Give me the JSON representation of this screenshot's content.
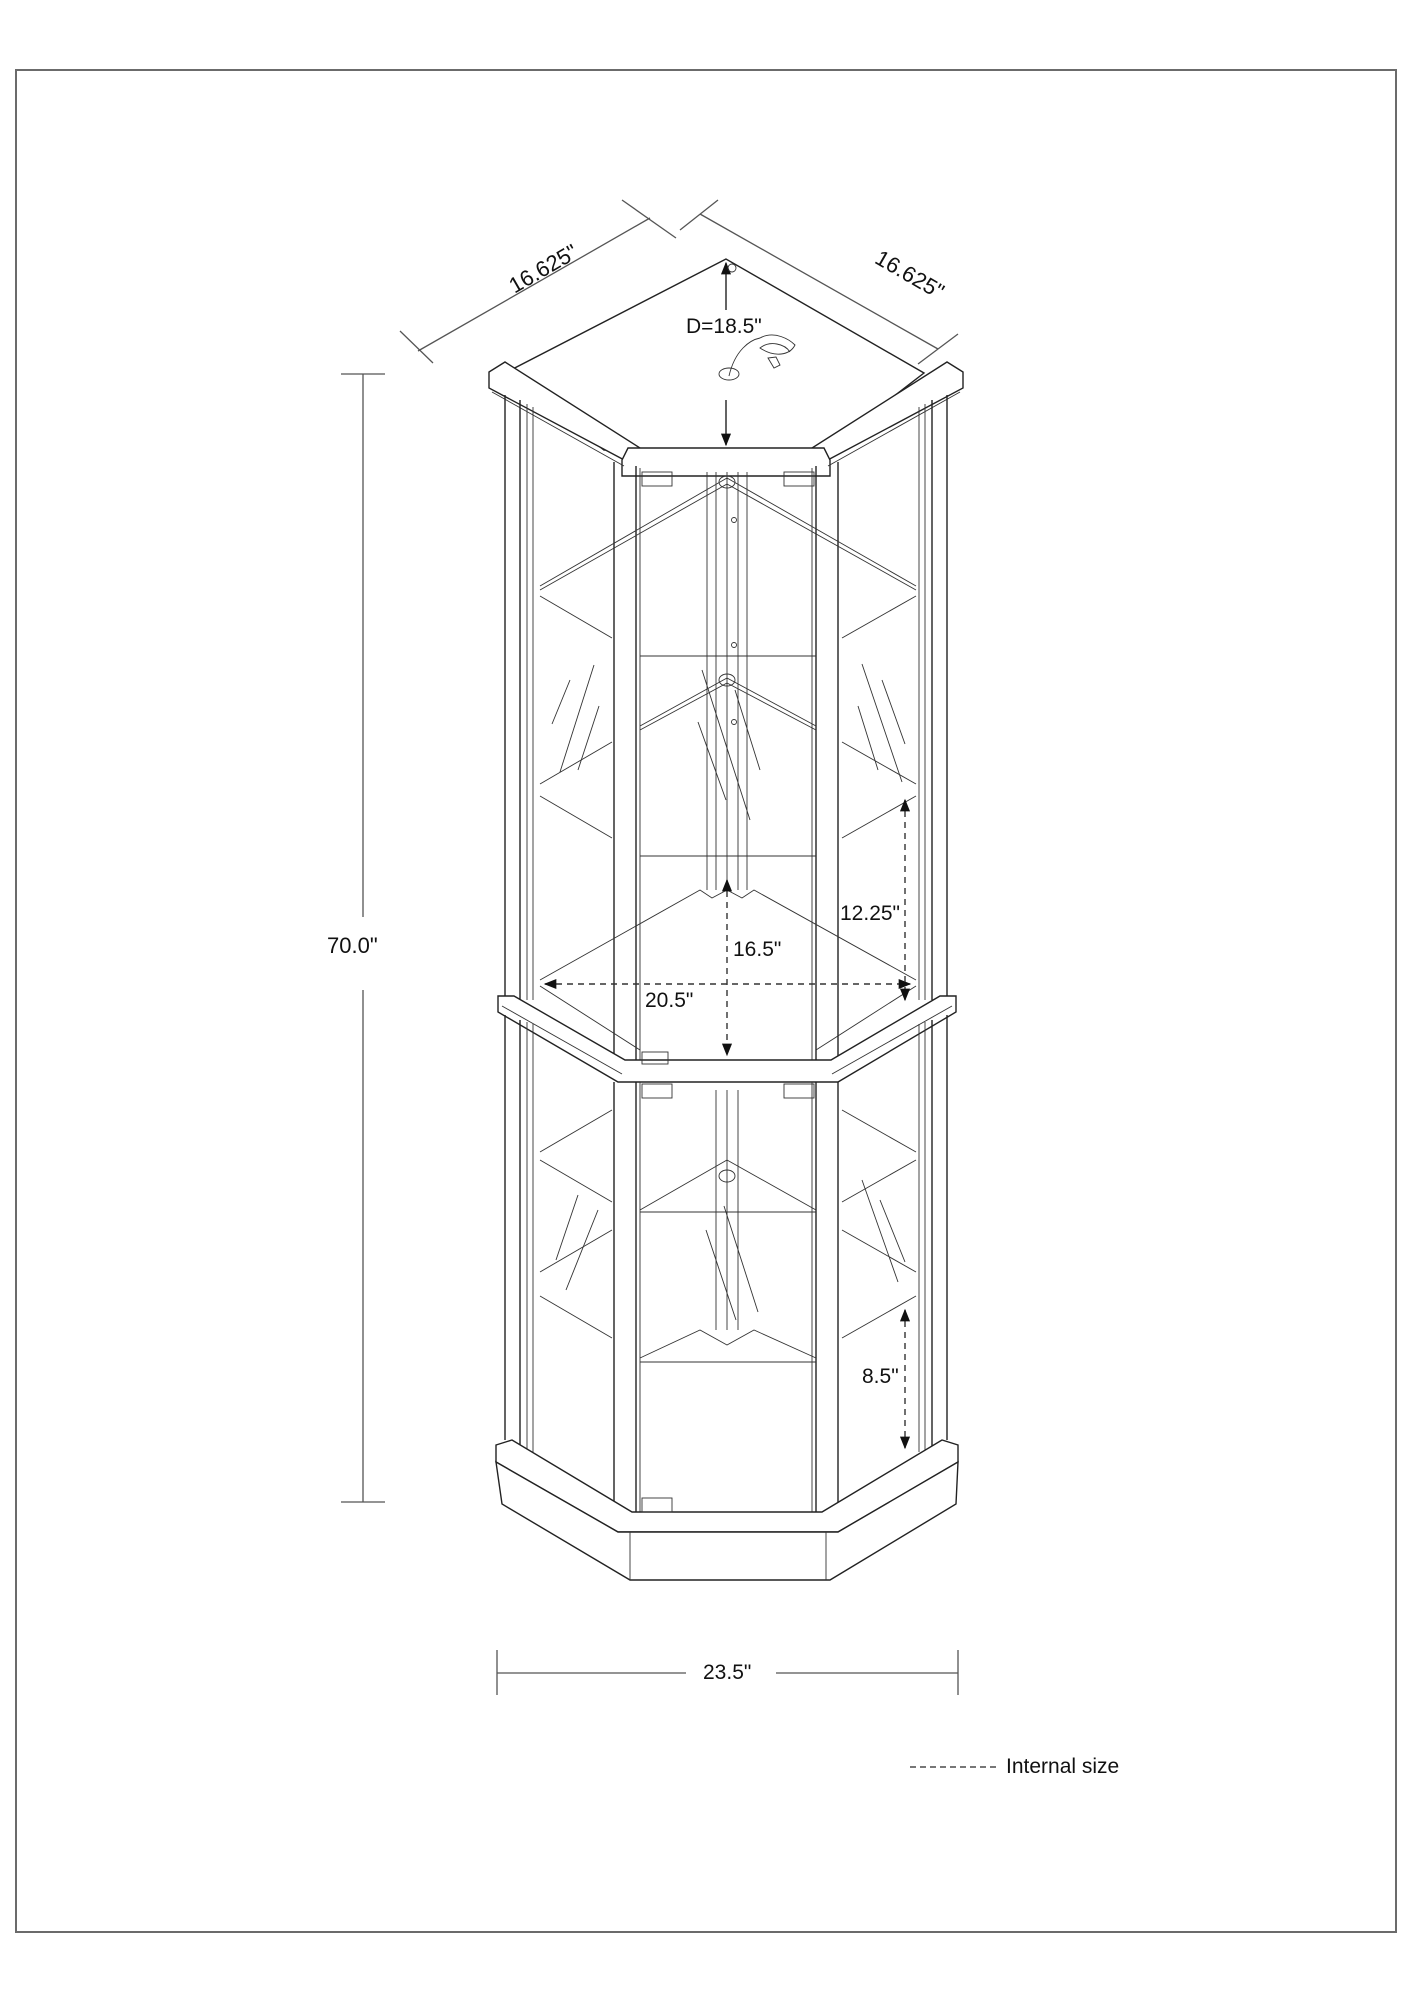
{
  "diagram": {
    "type": "dimension-drawing",
    "subject": "corner curio cabinet",
    "dimensions": {
      "top_left_side": "16.625\"",
      "top_right_side": "16.625\"",
      "depth": "D=18.5\"",
      "overall_height": "70.0\"",
      "overall_width": "23.5\"",
      "internal_width": "20.5\"",
      "internal_depth": "16.5\"",
      "upper_shelf_spacing": "12.25\"",
      "lower_shelf_spacing": "8.5\""
    },
    "legend": {
      "dashed_line_label": "Internal size"
    },
    "colors": {
      "line": "#222222",
      "frame": "#6b6b6b",
      "background": "#ffffff"
    }
  }
}
